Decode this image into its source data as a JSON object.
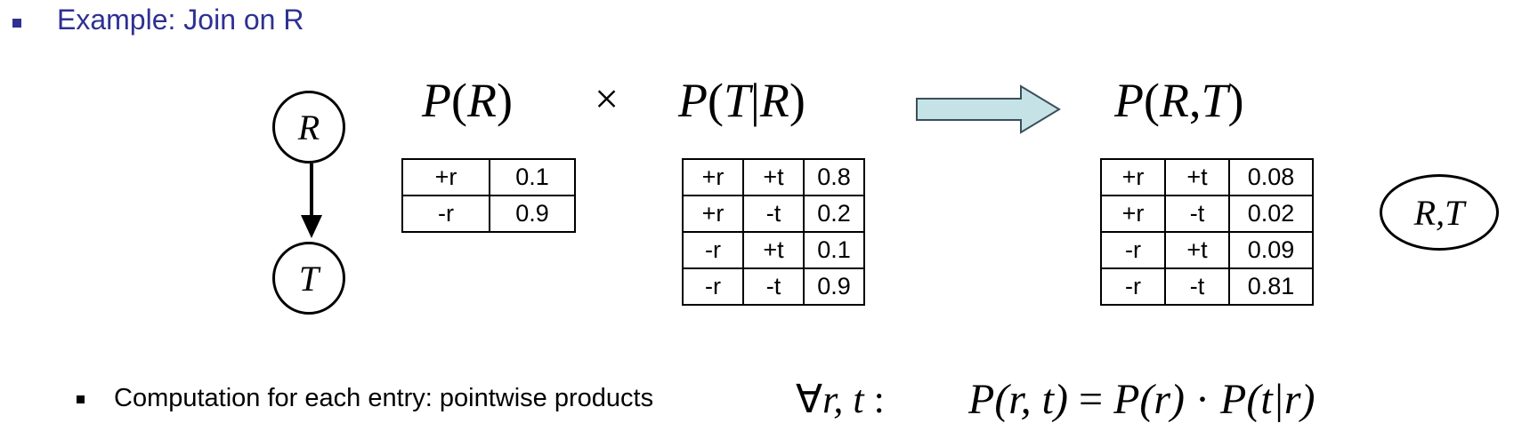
{
  "heading": "Example: Join on R",
  "nodes": {
    "r": "R",
    "t": "T",
    "joined": "R,T"
  },
  "formulas": {
    "p_r": {
      "fn": "P",
      "open": "(",
      "var": "R",
      "close": ")"
    },
    "times": "×",
    "p_t_given_r": {
      "fn": "P",
      "open": "(",
      "var1": "T",
      "bar": "|",
      "var2": "R",
      "close": ")"
    },
    "p_rt": {
      "fn": "P",
      "open": "(",
      "var1": "R",
      "comma": ",",
      "var2": "T",
      "close": ")"
    }
  },
  "tables": {
    "p_r": [
      [
        "+r",
        "0.1"
      ],
      [
        "-r",
        "0.9"
      ]
    ],
    "p_t_given_r": [
      [
        "+r",
        "+t",
        "0.8"
      ],
      [
        "+r",
        "-t",
        "0.2"
      ],
      [
        "-r",
        "+t",
        "0.1"
      ],
      [
        "-r",
        "-t",
        "0.9"
      ]
    ],
    "p_rt": [
      [
        "+r",
        "+t",
        "0.08"
      ],
      [
        "+r",
        "-t",
        "0.02"
      ],
      [
        "-r",
        "+t",
        "0.09"
      ],
      [
        "-r",
        "-t",
        "0.81"
      ]
    ]
  },
  "bottom": {
    "text": "Computation for each entry: pointwise products",
    "forall": "∀",
    "quant_vars": "r, t",
    "colon": ":",
    "eq_lhs": "P(r, t)",
    "eq_sign": "=",
    "eq_rhs_1": "P(r)",
    "dot": "·",
    "eq_rhs_2": "P(t|r)"
  },
  "colors": {
    "heading": "#2e3192",
    "arrow_fill": "#c5e3e6",
    "arrow_stroke": "#3a4f5a"
  }
}
